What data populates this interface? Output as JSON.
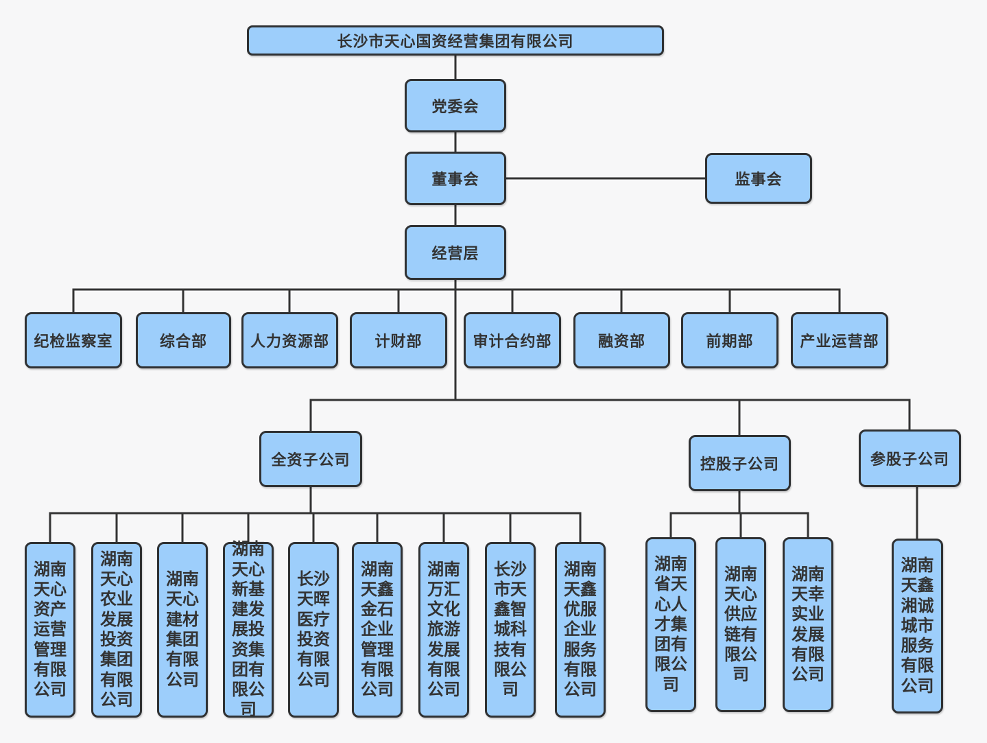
{
  "diagram": {
    "root": {
      "label": "长沙市天心国资经营集团有限公司"
    },
    "levels": {
      "party_committee": "党委会",
      "board_of_directors": "董事会",
      "supervisory_board": "监事会",
      "management": "经营层"
    },
    "departments": [
      "纪检监察室",
      "综合部",
      "人力资源部",
      "计财部",
      "审计合约部",
      "融资部",
      "前期部",
      "产业运营部"
    ],
    "subsidiary_groups": [
      {
        "label": "全资子公司",
        "companies": [
          "湖南天心资产运营管理有限公司",
          "湖南天心农业发展投资集团有限公司",
          "湖南天心建材集团有限公司",
          "湖南天心新基建发展投资集团有限公司",
          "长沙天晖医疗投资有限公司",
          "湖南天鑫金石企业管理有限公司",
          "湖南万汇文化旅游发展有限公司",
          "长沙市天鑫智城科技有限公司",
          "湖南天鑫优服企业服务有限公司"
        ]
      },
      {
        "label": "控股子公司",
        "companies": [
          "湖南省天心人才集团有限公司",
          "湖南天心供应链有限公司",
          "湖南天幸实业发展有限公司"
        ]
      },
      {
        "label": "参股子公司",
        "companies": [
          "湖南天鑫湘诚城市服务有限公司"
        ]
      }
    ],
    "colors": {
      "node_fill": "#9DCEFB",
      "node_border": "#2F3133",
      "connector": "#333333",
      "background": "#F7F7F8",
      "text": "#333333"
    }
  }
}
